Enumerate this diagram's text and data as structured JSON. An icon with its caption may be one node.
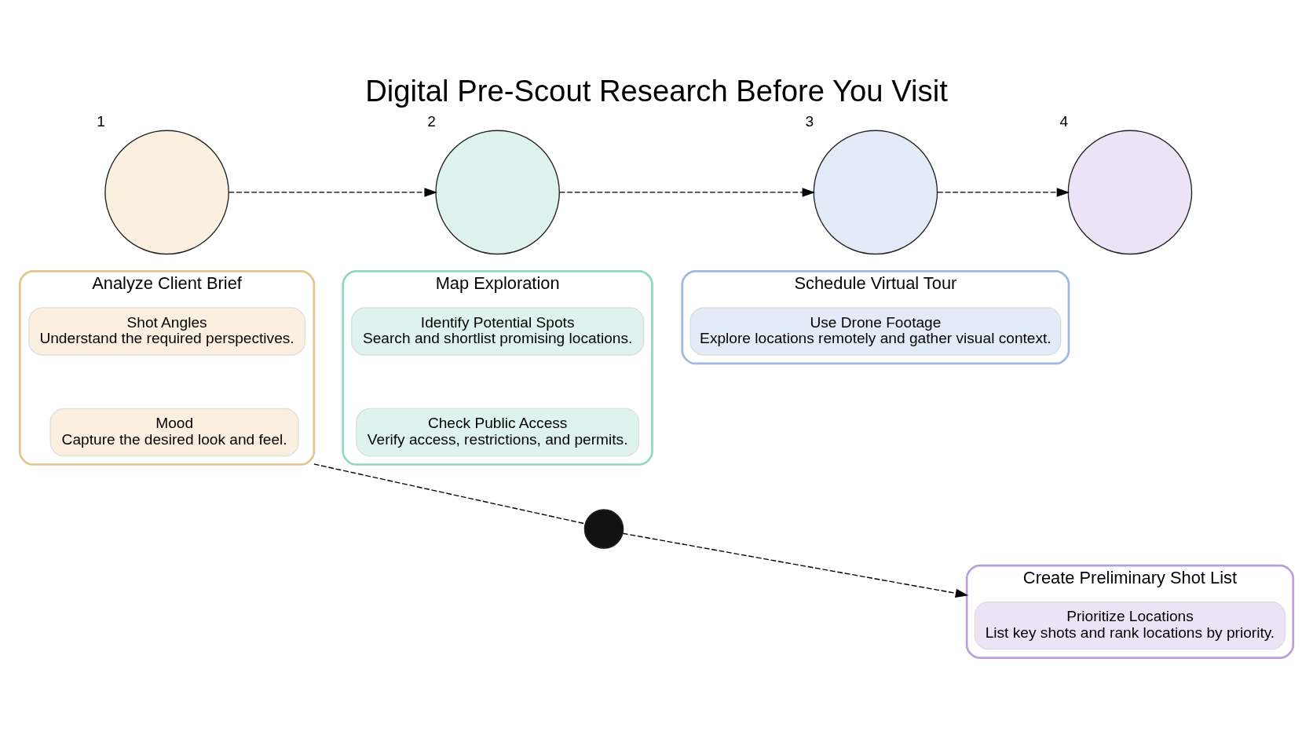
{
  "diagram": {
    "title": "Digital Pre-Scout Research Before You Visit",
    "nodes": [
      {
        "text": [],
        "shape": "circle",
        "beside": [
          "1"
        ]
      },
      {
        "text": [],
        "shape": "circle",
        "beside": [
          "2"
        ]
      },
      {
        "text": [],
        "shape": "circle",
        "beside": [
          "3"
        ]
      },
      {
        "text": [],
        "shape": "circle",
        "beside": [
          "4"
        ]
      },
      {
        "text": [
          "Analyze Client Brief"
        ]
      },
      {
        "text": [
          "Shot Angles",
          "Understand the required perspectives."
        ],
        "in": 4
      },
      {
        "text": [
          "Mood",
          "Capture the desired look and feel."
        ],
        "in": 4
      },
      {
        "text": [
          "Map Exploration"
        ]
      },
      {
        "text": [
          "Identify Potential Spots",
          "Search and shortlist promising locations."
        ],
        "in": 7
      },
      {
        "text": [
          "Check Public Access",
          "Verify access, restrictions, and permits."
        ],
        "in": 7
      },
      {
        "text": [
          "Schedule Virtual Tour"
        ]
      },
      {
        "text": [
          "Use Drone Footage",
          "Explore locations remotely and gather visual context."
        ],
        "in": 10
      },
      {
        "text": [
          "Create Preliminary Shot List"
        ]
      },
      {
        "text": [
          "Prioritize Locations",
          "List key shots and rank locations by priority."
        ],
        "in": 12
      },
      {
        "text": [],
        "shape": "circle"
      }
    ],
    "edges": [
      {
        "from": 0,
        "to": 1,
        "arrow": "to",
        "style": "dashed"
      },
      {
        "from": 1,
        "to": 2,
        "arrow": "to",
        "style": "dashed"
      },
      {
        "from": 2,
        "to": 3,
        "arrow": "to",
        "style": "dashed"
      },
      {
        "from": 4,
        "to": 14,
        "arrow": "none",
        "style": "dashed"
      },
      {
        "from": 14,
        "to": 12,
        "arrow": "to",
        "style": "dashed"
      }
    ]
  }
}
